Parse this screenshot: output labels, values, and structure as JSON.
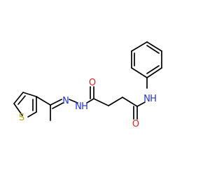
{
  "molecule": {
    "atoms": {
      "S": {
        "text": "S",
        "color": "#b8a800"
      },
      "N1": {
        "text": "N",
        "color": "#1e32e6"
      },
      "N2": {
        "text": "N",
        "color": "#1e32e6"
      },
      "H2": {
        "text": "H",
        "color": "#1e32e6"
      },
      "O1": {
        "text": "O",
        "color": "#e61e1e"
      },
      "O2": {
        "text": "O",
        "color": "#e61e1e"
      },
      "N3": {
        "text": "N",
        "color": "#1e32e6"
      },
      "H3": {
        "text": "H",
        "color": "#1e32e6"
      }
    }
  }
}
